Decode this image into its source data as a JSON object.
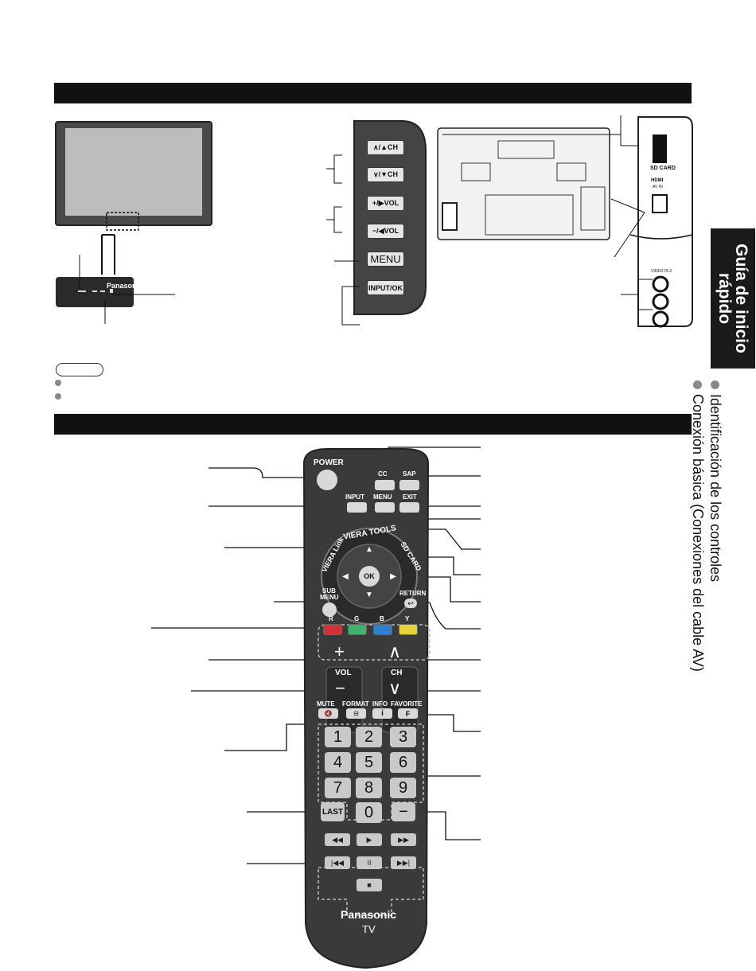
{
  "sidebar": {
    "tab_line1": "Guía de inicio",
    "tab_line2": "rápido",
    "toc": [
      "Identificación de los controles",
      "Conexión básica (Conexiones del cable AV)"
    ]
  },
  "tv": {
    "front_logo": "Panasonic",
    "side_buttons": [
      "∧/▲CH",
      "∨/▼CH",
      "+/▶VOL",
      "−/◀VOL",
      "MENU",
      "INPUT/OK"
    ],
    "sd_label": "SD CARD",
    "hdmi_label": "HDMI",
    "av_in_label": "AV IN",
    "video_label": "VIDEO IN 2"
  },
  "remote": {
    "power": "POWER",
    "cc": "CC",
    "sap": "SAP",
    "input": "INPUT",
    "menu": "MENU",
    "exit": "EXIT",
    "viera_tools": "VIERA TOOLS",
    "viera_link": "VIERA Link",
    "sd_card": "SD CARD",
    "ok": "OK",
    "sub_menu_1": "SUB",
    "sub_menu_2": "MENU",
    "return": "RETURN",
    "colors": [
      "R",
      "G",
      "B",
      "Y"
    ],
    "vol": "VOL",
    "ch": "CH",
    "mute": "MUTE",
    "format": "FORMAT",
    "info": "INFO",
    "favorite": "FAVORITE",
    "fav_key": "F",
    "info_key": "i",
    "numbers": [
      "1",
      "2",
      "3",
      "4",
      "5",
      "6",
      "7",
      "8",
      "9"
    ],
    "last": "LAST",
    "zero": "0",
    "dash": "−",
    "transport": [
      "◀◀",
      "▶",
      "▶▶",
      "|◀◀",
      "II",
      "▶▶|",
      "■"
    ],
    "brand": "Panasonic",
    "tv": "TV",
    "plus": "+",
    "minus": "−"
  },
  "colors": {
    "band": "#111111",
    "red": "#d2333a",
    "green": "#41b06a",
    "blue": "#2e7fd0",
    "yellow": "#e8d33a"
  }
}
